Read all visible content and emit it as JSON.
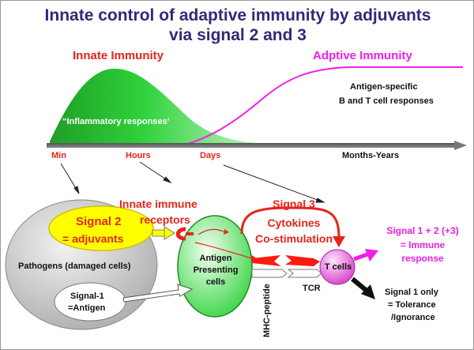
{
  "title": {
    "line1": "Innate control of adaptive immunity by adjuvants",
    "line2": "via signal 2 and 3"
  },
  "phases": {
    "innate": "Innate Immunity",
    "adaptive": "Adptive Immunity"
  },
  "curve_labels": {
    "inflammatory": "“Inflammatory responses’",
    "antigen_specific_1": "Antigen-specific",
    "antigen_specific_2": "B and T cell responses"
  },
  "timeline": {
    "min": "Min",
    "hours": "Hours",
    "days": "Days",
    "months_years": "Months-Years"
  },
  "labels": {
    "innate_receptors_1": "Innate immune",
    "innate_receptors_2": "receptors",
    "signal2_1": "Signal 2",
    "signal2_2": "= adjuvants",
    "pathogens": "Pathogens (damaged cells)",
    "signal1_1": "Signal-1",
    "signal1_2": "=Antigen",
    "apc_1": "Antigen",
    "apc_2": "Presenting",
    "apc_3": "cells",
    "signal3": "Signal 3",
    "cytokines": "Cytokines",
    "costimulation": "Co-stimulation",
    "tcells": "T cells",
    "mhc": "MHC-peptide",
    "tcr": "TCR",
    "outcome_immune_1": "Signal 1 + 2 (+3)",
    "outcome_immune_2": "= Immune",
    "outcome_immune_3": "response",
    "outcome_tol_1": "Signal 1 only",
    "outcome_tol_2": "= Tolerance",
    "outcome_tol_3": "/Ignorance"
  },
  "colors": {
    "title": "#2f2a7a",
    "innate_red": "#e8241a",
    "adaptive_magenta": "#f21fe6",
    "curve_green": "#1fcf2a",
    "signal2_yellow": "#ffff00"
  }
}
